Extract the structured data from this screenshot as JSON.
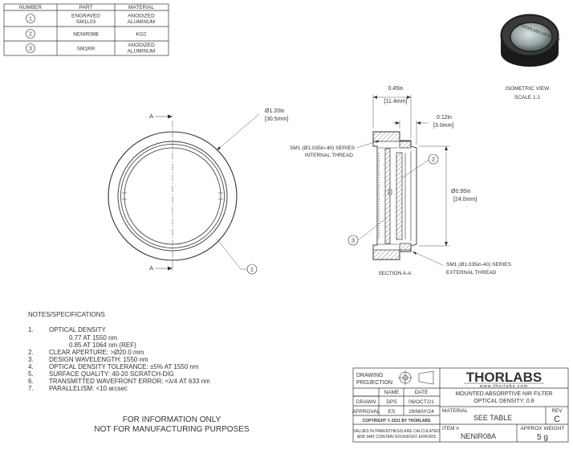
{
  "parts_table": {
    "headers": [
      "NUMBER",
      "PART",
      "MATERIAL"
    ],
    "rows": [
      {
        "number": "1",
        "part_line1": "ENGRAVED",
        "part_line2": "SM1L03",
        "material_line1": "ANODIZED",
        "material_line2": "ALUMINUM"
      },
      {
        "number": "2",
        "part_line1": "NENIR08B",
        "part_line2": "",
        "material_line1": "KG2",
        "material_line2": ""
      },
      {
        "number": "3",
        "part_line1": "SM1RR",
        "part_line2": "",
        "material_line1": "ANODIZED",
        "material_line2": "ALUMINUM"
      }
    ]
  },
  "photo_engraving": "THORLABS NENIR08A",
  "isometric": {
    "line1": "ISOMETRIC VIEW",
    "line2": "SCALE 1:1"
  },
  "front_view": {
    "section_marker": "A",
    "diameter_in": "Ø1.20in",
    "diameter_mm": "[30.5mm]",
    "balloon": "1"
  },
  "section_view": {
    "width_in": "0.45in",
    "width_mm": "[11.4mm]",
    "step_in": "0.12in",
    "step_mm": "[3.0mm]",
    "height_in": "Ø0.95in",
    "height_mm": "[24.0mm]",
    "internal_thread_line1": "SM1 (Ø1.035in-40) SERIES",
    "internal_thread_line2": "INTERNAL THREAD",
    "external_thread_line1": "SM1 (Ø1.035in-40) SERIES",
    "external_thread_line2": "EXTERNAL THREAD",
    "balloon_filter": "2",
    "balloon_ring": "3",
    "caption": "SECTION A-A"
  },
  "notes": {
    "title": "NOTES/SPECIFICATIONS",
    "items": [
      {
        "num": "1.",
        "text": "OPTICAL DENSITY"
      },
      {
        "num": "",
        "text": "0.77 AT 1550 nm"
      },
      {
        "num": "",
        "text": "0.85 AT 1064 nm (REF)"
      },
      {
        "num": "2.",
        "text": "CLEAR APERTURE: >Ø20.0 mm"
      },
      {
        "num": "3.",
        "text": "DESIGN WAVELENGTH: 1550 nm"
      },
      {
        "num": "4.",
        "text": "OPTICAL DENSITY TOLERANCE: ±5% AT 1550 nm"
      },
      {
        "num": "5.",
        "text": "SURFACE QUALITY: 40-20 SCRATCH-DIG"
      },
      {
        "num": "6.",
        "text": "TRANSMITTED WAVEFRONT ERROR: <λ/4 AT 633 nm"
      },
      {
        "num": "7.",
        "text": "PARALLELISM: <10 arcsec"
      }
    ]
  },
  "disclaimer": {
    "line1": "FOR INFORMATION ONLY",
    "line2": "NOT FOR MANUFACTURING PURPOSES"
  },
  "title_block": {
    "projection_line1": "DRAWING",
    "projection_line2": "PROJECTION",
    "col_name": "NAME",
    "col_date": "DATE",
    "drawn_label": "DRAWN",
    "drawn_name": "DPS",
    "drawn_date": "06/OCT/21",
    "approval_label": "APPROVAL",
    "approval_name": "ES",
    "approval_date": "29/MAY/24",
    "copyright": "COPYRIGHT © 2021 BY THORLABS",
    "rounding_line1": "VALUES IN PARENTHESIS ARE CALCULATED",
    "rounding_line2": "AND MAY CONTAIN ROUNDOFF ERRORS",
    "logo": "THORLABS",
    "website": "www.thorlabs.com",
    "description_line1": "MOUNTED ABSORPTIVE NIR FILTER",
    "description_line2": "OPTICAL DENSITY: 0.8",
    "material_label": "MATERIAL",
    "material_value": "SEE TABLE",
    "rev_label": "REV",
    "rev_value": "C",
    "item_label": "ITEM #",
    "item_value": "NENIR08A",
    "weight_label": "APPROX WEIGHT",
    "weight_value": "5 g"
  }
}
